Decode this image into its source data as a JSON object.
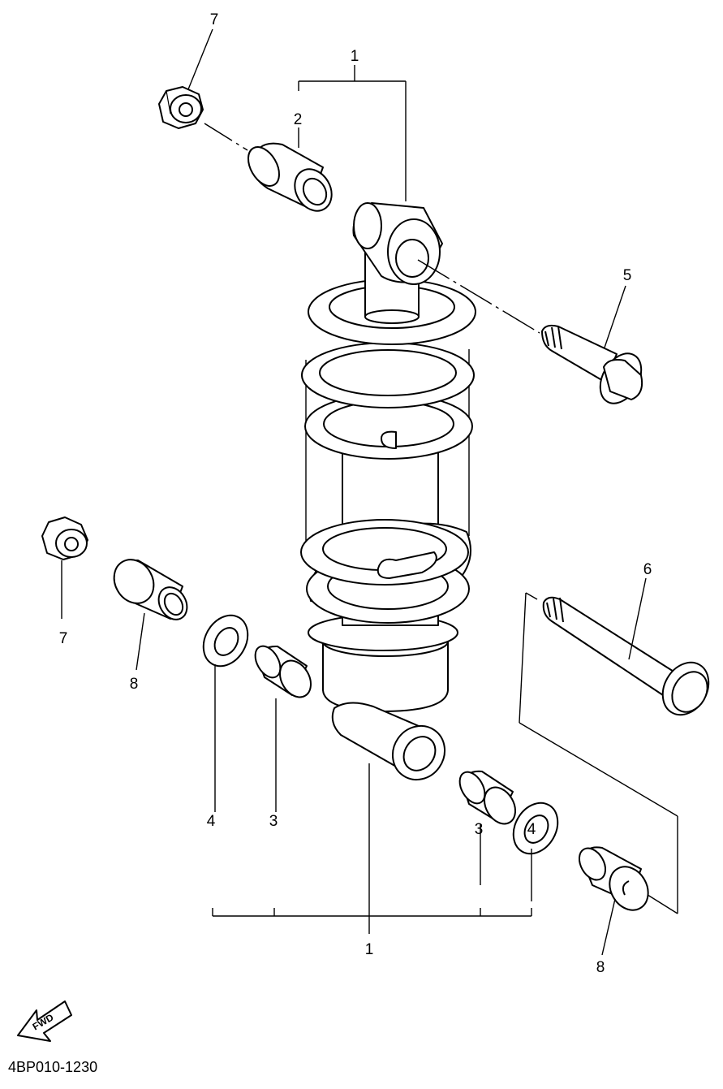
{
  "callouts": {
    "c1_top": "1",
    "c2": "2",
    "c7_top": "7",
    "c5": "5",
    "c6": "6",
    "c7_left": "7",
    "c8_left": "8",
    "c4_left": "4",
    "c3_left": "3",
    "c3_right": "3",
    "c4_right": "4",
    "c8_right": "8",
    "c1_bottom": "1"
  },
  "fwd_arrow": {
    "label": "FWD"
  },
  "diagram_code": "4BP010-1230",
  "colors": {
    "line": "#000000",
    "background": "#ffffff"
  }
}
